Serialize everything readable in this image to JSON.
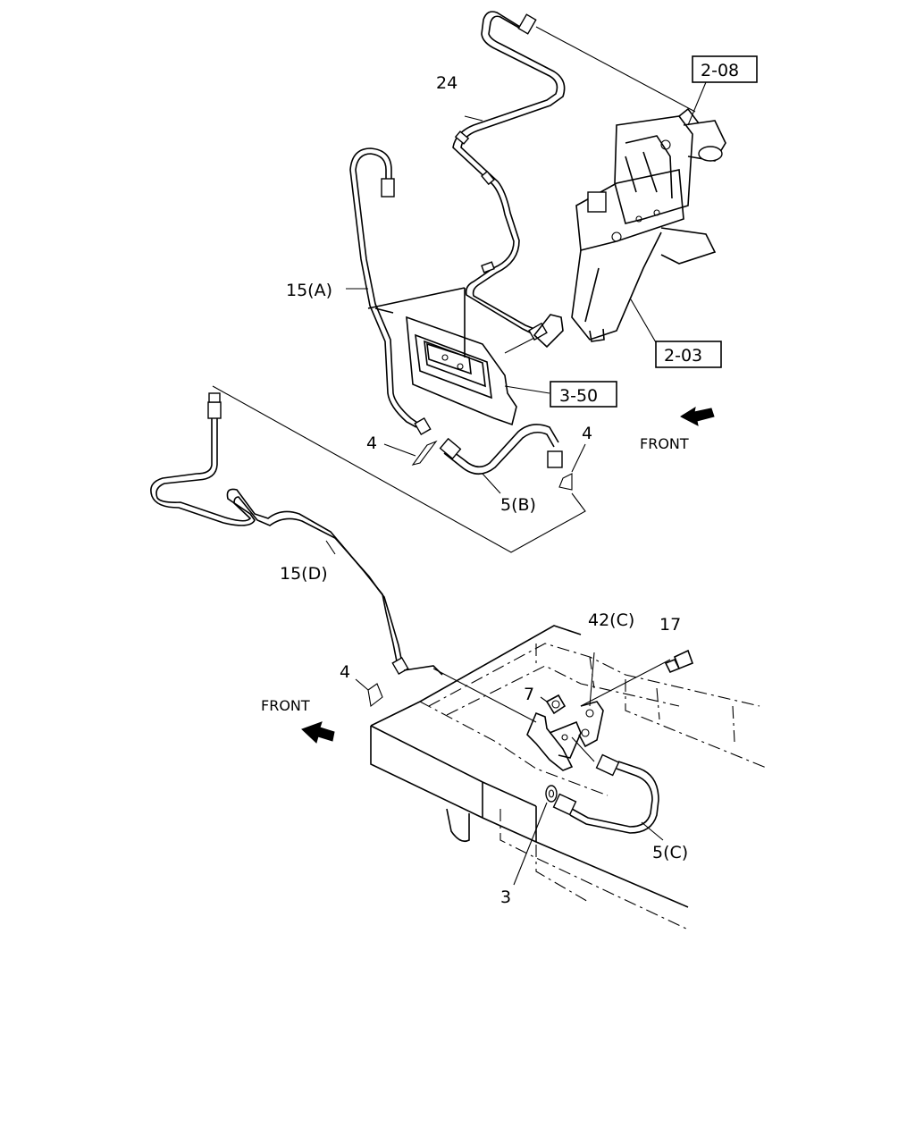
{
  "callouts": {
    "p24": "24",
    "p15a": "15(A)",
    "p4a": "4",
    "p4b": "4",
    "p5b": "5(B)",
    "p15d": "15(D)",
    "p4c": "4",
    "p42c": "42(C)",
    "p17": "17",
    "p7": "7",
    "p5c": "5(C)",
    "p3": "3"
  },
  "refs": {
    "r208": "2-08",
    "r203": "2-03",
    "r350": "3-50"
  },
  "front_labels": {
    "upper": "FRONT",
    "lower": "FRONT"
  }
}
